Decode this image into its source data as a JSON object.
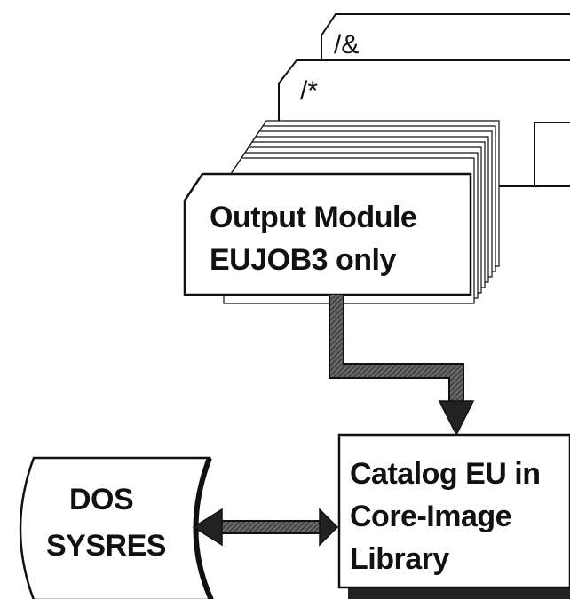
{
  "cards": {
    "amp_label": "/&",
    "star_label": "/*"
  },
  "output_module": {
    "line1": "Output Module",
    "line2": "EUJOB3 only"
  },
  "catalog_box": {
    "line1": "Catalog EU in",
    "line2": "Core-Image",
    "line3": "Library"
  },
  "sysres": {
    "line1": "DOS",
    "line2": "SYSRES"
  }
}
